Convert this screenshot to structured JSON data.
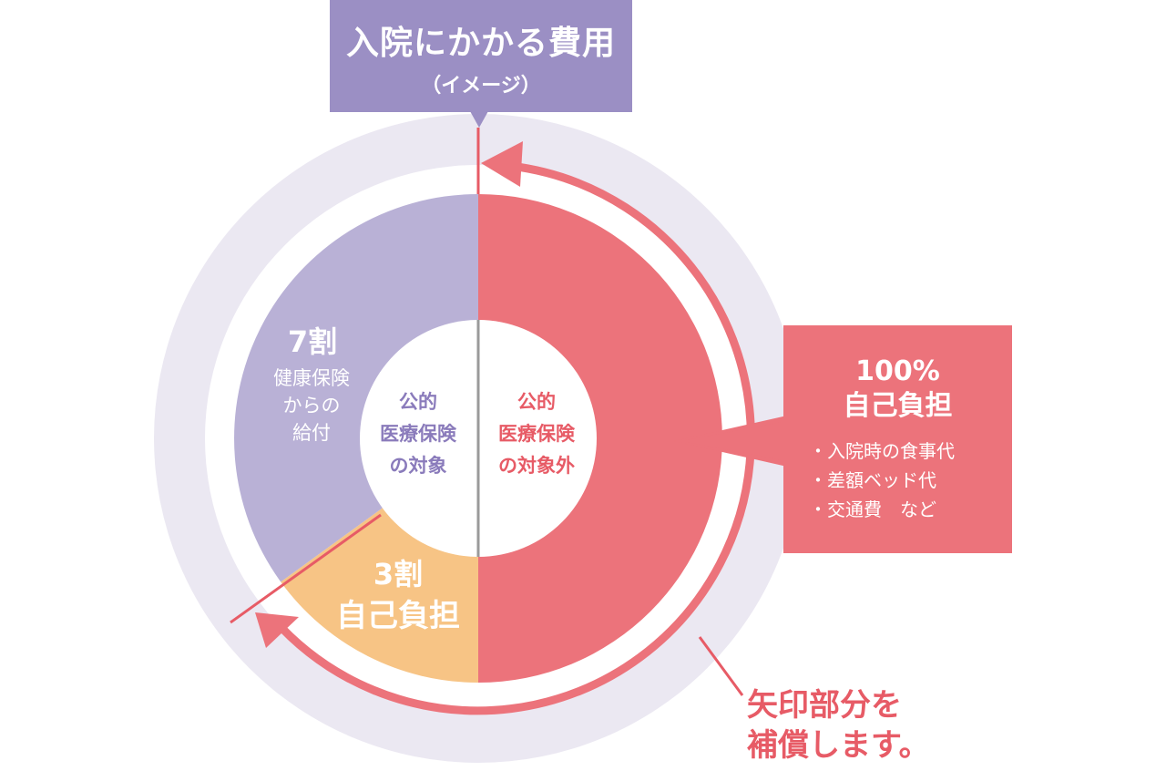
{
  "title": {
    "main": "入院にかかる費用",
    "sub": "（イメージ）"
  },
  "segments": [
    {
      "id": "covered-benefit",
      "share_percent": 70,
      "heading": "7割",
      "body": [
        "健康保険",
        "からの",
        "給付"
      ],
      "color": "#b9b1d6"
    },
    {
      "id": "covered-copay",
      "share_percent": 30,
      "heading": "3割",
      "body": [
        "自己負担"
      ],
      "color": "#f7c485"
    },
    {
      "id": "not-covered",
      "heading": "100%",
      "body": [
        "自己負担"
      ],
      "color": "#ec737b"
    }
  ],
  "center": {
    "left": [
      "公的",
      "医療保険",
      "の対象"
    ],
    "right": [
      "公的",
      "医療保険",
      "の対象外"
    ]
  },
  "info": {
    "heading": [
      "100%",
      "自己負担"
    ],
    "items": [
      "・入院時の食事代",
      "・差額ベッド代",
      "・交通費　など"
    ]
  },
  "note": [
    "矢印部分を",
    "補償します。"
  ],
  "colors": {
    "title_bg": "#9b8fc4",
    "outer_ring": "#ebe8f2",
    "benefit": "#b9b1d6",
    "copay": "#f7c485",
    "uncovered": "#ec737b",
    "accent_text_purple": "#8a7bbb",
    "accent_text_red": "#e75b66"
  }
}
